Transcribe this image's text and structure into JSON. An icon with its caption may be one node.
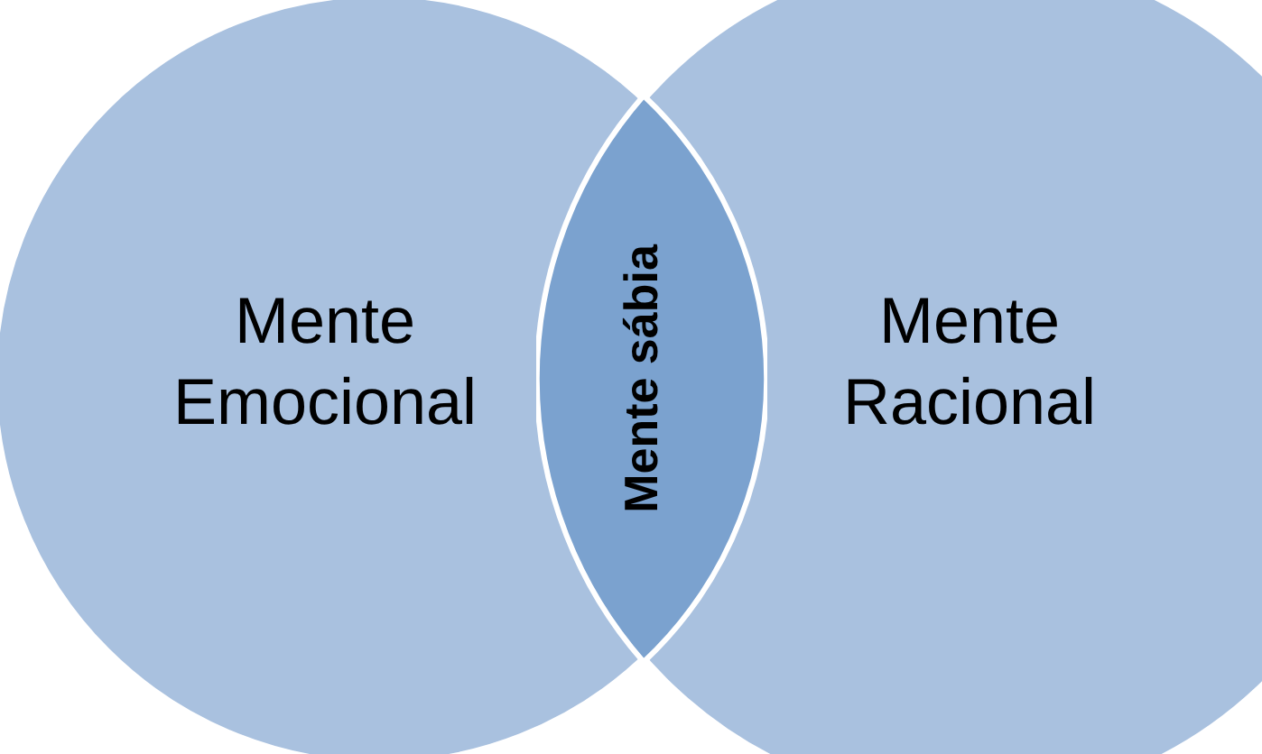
{
  "diagram": {
    "nodes": [
      {
        "text": [
          "Mente Emocional"
        ]
      },
      {
        "text": [
          "Mente sábia"
        ]
      },
      {
        "text": [
          "Mente Racional"
        ]
      }
    ]
  }
}
